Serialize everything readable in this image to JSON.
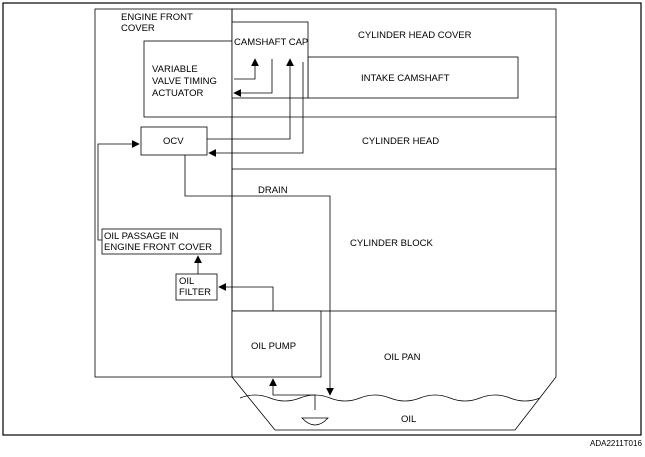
{
  "regions": {
    "engine_front_cover": [
      "ENGINE FRONT",
      "COVER"
    ],
    "cylinder_head_cover": "CYLINDER HEAD COVER",
    "cylinder_head": "CYLINDER HEAD",
    "cylinder_block": "CYLINDER BLOCK",
    "oil_pan": "OIL PAN",
    "oil": "OIL"
  },
  "components": {
    "camshaft_cap": "CAMSHAFT CAP",
    "vvt_actuator": [
      "VARIABLE",
      "VALVE TIMING",
      "ACTUATOR"
    ],
    "intake_camshaft": "INTAKE CAMSHAFT",
    "ocv": "OCV",
    "oil_passage": [
      "OIL PASSAGE IN",
      "ENGINE FRONT COVER"
    ],
    "oil_filter": [
      "OIL",
      "FILTER"
    ],
    "oil_pump": "OIL PUMP"
  },
  "flow_labels": {
    "drain": "DRAIN"
  },
  "figure_code": "ADA2211T016"
}
